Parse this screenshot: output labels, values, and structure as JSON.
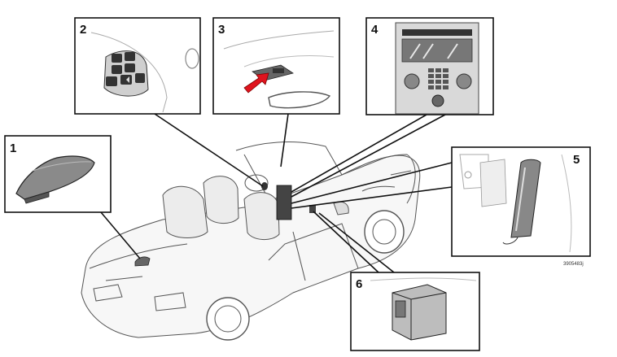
{
  "callouts": [
    {
      "number": "1",
      "label": ""
    },
    {
      "number": "2",
      "label": ""
    },
    {
      "number": "3",
      "label": ""
    },
    {
      "number": "4",
      "label": ""
    },
    {
      "number": "5",
      "label": ""
    },
    {
      "number": "6",
      "label": ""
    }
  ],
  "reference_code": "3905483j",
  "colors": {
    "line": "#111111",
    "part_grey": "#8a8a8a",
    "highlight_arrow": "#e0141e",
    "background": "#ffffff"
  }
}
